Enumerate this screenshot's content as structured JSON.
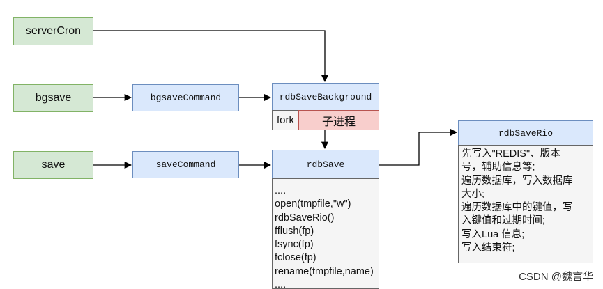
{
  "nodes": {
    "serverCron": "serverCron",
    "bgsave": "bgsave",
    "save": "save",
    "bgsaveCommand": "bgsaveCommand",
    "saveCommand": "saveCommand",
    "rdbSaveBackground": "rdbSaveBackground",
    "fork": "fork",
    "child_process": "子进程",
    "rdbSave": "rdbSave",
    "rdbSaveRio": "rdbSaveRio"
  },
  "rdbSave_steps": [
    "....",
    "open(tmpfile,\"w\")",
    "rdbSaveRio()",
    "fflush(fp)",
    "fsync(fp)",
    "fclose(fp)",
    "rename(tmpfile,name)",
    "...."
  ],
  "rdbSaveRio_notes": [
    "先写入\"REDIS\"、版本",
    "号，辅助信息等;",
    "遍历数据库，写入数据库",
    "大小;",
    "遍历数据库中的键值，写",
    "入键值和过期时间;",
    "写入Lua 信息;",
    "写入结束符;"
  ],
  "watermark": "CSDN @魏言华",
  "colors": {
    "green_fill": "#d5e8d4",
    "green_border": "#82b366",
    "blue_fill": "#dae8fc",
    "blue_border": "#6c8ebf",
    "red_fill": "#f8cecc",
    "red_border": "#b85450",
    "grey_fill": "#f5f5f5",
    "grey_border": "#666666"
  }
}
